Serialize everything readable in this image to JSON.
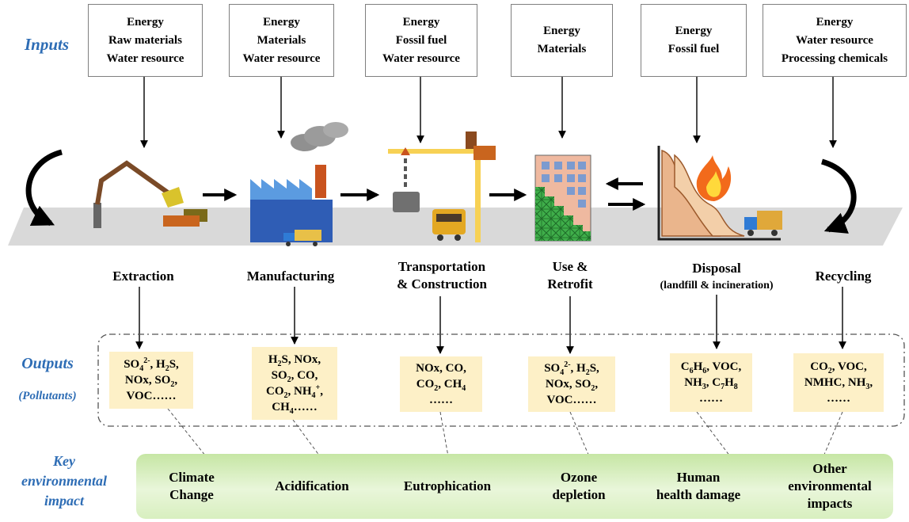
{
  "labels": {
    "inputs": "Inputs",
    "outputs": "Outputs",
    "pollutants": "(Pollutants)",
    "impact_line1": "Key",
    "impact_line2": "environmental",
    "impact_line3": "impact"
  },
  "inputs": [
    {
      "lines": [
        "Energy",
        "Raw materials",
        "Water resource"
      ]
    },
    {
      "lines": [
        "Energy",
        "Materials",
        "Water resource"
      ]
    },
    {
      "lines": [
        "Energy",
        "Fossil fuel",
        "Water resource"
      ]
    },
    {
      "lines": [
        "Energy",
        "Materials"
      ]
    },
    {
      "lines": [
        "Energy",
        "Fossil fuel"
      ]
    },
    {
      "lines": [
        "Energy",
        "Water resource",
        "Processing chemicals"
      ]
    }
  ],
  "stages": [
    {
      "lines": [
        "Extraction"
      ],
      "sub": ""
    },
    {
      "lines": [
        "Manufacturing"
      ],
      "sub": ""
    },
    {
      "lines": [
        "Transportation",
        "& Construction"
      ],
      "sub": ""
    },
    {
      "lines": [
        "Use &",
        "Retrofit"
      ],
      "sub": ""
    },
    {
      "lines": [
        "Disposal"
      ],
      "sub": "(landfill & incineration)"
    },
    {
      "lines": [
        "Recycling"
      ],
      "sub": ""
    }
  ],
  "outputs": [
    {
      "lines": [
        "SO4^{2-}, H2S,",
        "NOx, SO2,",
        "VOC……"
      ]
    },
    {
      "lines": [
        "H2S, NOx,",
        "SO2, CO,",
        "CO2, NH4^{+},",
        "CH4……"
      ]
    },
    {
      "lines": [
        "NOx, CO,",
        "CO2, CH4",
        "……"
      ]
    },
    {
      "lines": [
        "SO4^{2-}, H2S,",
        "NOx, SO2,",
        "VOC……"
      ]
    },
    {
      "lines": [
        "C6H6, VOC,",
        "NH3, C7H8",
        "……"
      ]
    },
    {
      "lines": [
        "CO2, VOC,",
        "NMHC, NH3,",
        "……"
      ]
    }
  ],
  "impacts": [
    {
      "lines": [
        "Climate",
        "Change"
      ]
    },
    {
      "lines": [
        "Acidification"
      ]
    },
    {
      "lines": [
        "Eutrophication"
      ]
    },
    {
      "lines": [
        "Ozone",
        "depletion"
      ]
    },
    {
      "lines": [
        "Human",
        "health damage"
      ]
    },
    {
      "lines": [
        "Other",
        "environmental",
        "impacts"
      ]
    }
  ],
  "colors": {
    "label_blue": "#2e6db5",
    "output_fill": "#fdf0c7",
    "impact_green": "#c6e6a4",
    "factory_blue": "#2f5db5",
    "crane_yellow": "#f7d154",
    "building_green": "#3fae4a",
    "flame_orange": "#f26a1b"
  },
  "icons": [
    "excavator-icon",
    "factory-icon",
    "crane-icon",
    "building-icon",
    "landfill-fire-icon"
  ]
}
